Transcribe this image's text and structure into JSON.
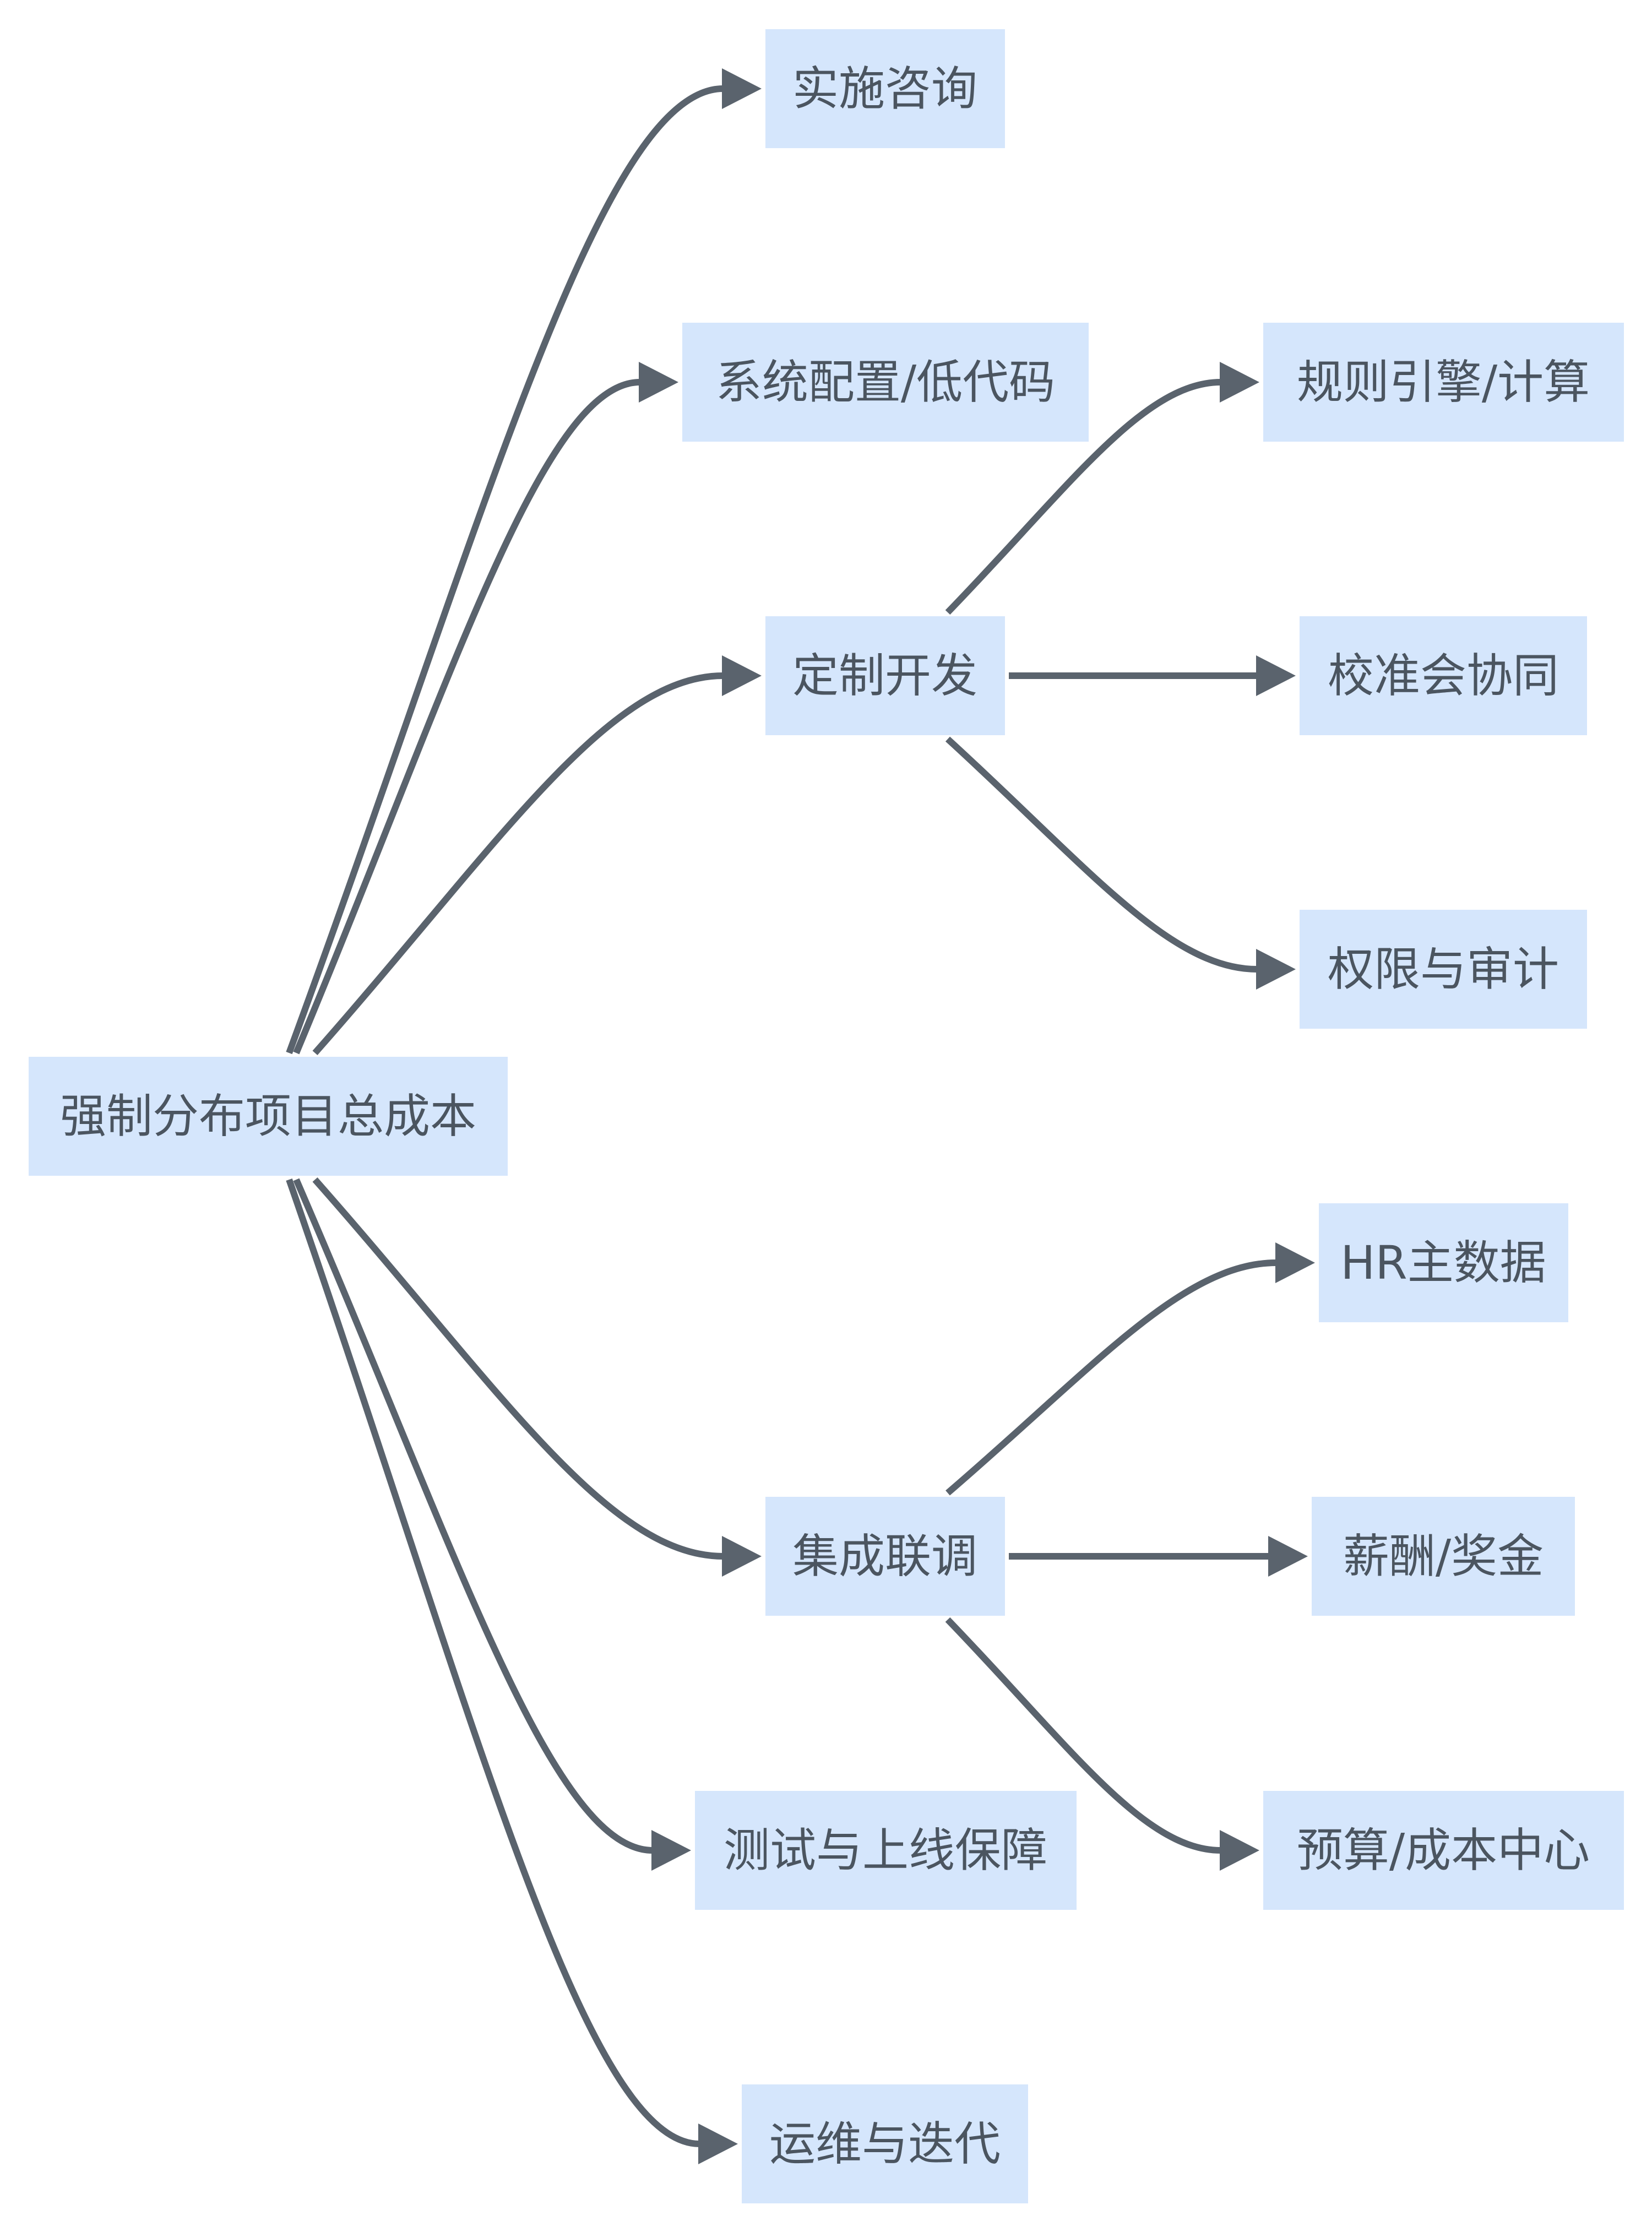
{
  "diagram": {
    "type": "mindmap-flow",
    "colors": {
      "node_fill": "#d5e6fc",
      "node_text": "#4b5560",
      "edge": "#5a636d",
      "background": "#ffffff"
    },
    "root": {
      "id": "root",
      "label": "强制分布项目总成本"
    },
    "nodes": [
      {
        "id": "consulting",
        "label": "实施咨询",
        "parent": "root"
      },
      {
        "id": "config",
        "label": "系统配置/低代码",
        "parent": "root"
      },
      {
        "id": "custom_dev",
        "label": "定制开发",
        "parent": "root"
      },
      {
        "id": "rules_engine",
        "label": "规则引擎/计算",
        "parent": "custom_dev"
      },
      {
        "id": "calibration",
        "label": "校准会协同",
        "parent": "custom_dev"
      },
      {
        "id": "permissions",
        "label": "权限与审计",
        "parent": "custom_dev"
      },
      {
        "id": "integration",
        "label": "集成联调",
        "parent": "root"
      },
      {
        "id": "hr_master",
        "label": "HR主数据",
        "parent": "integration"
      },
      {
        "id": "payroll",
        "label": "薪酬/奖金",
        "parent": "integration"
      },
      {
        "id": "budget",
        "label": "预算/成本中心",
        "parent": "integration"
      },
      {
        "id": "testing",
        "label": "测试与上线保障",
        "parent": "root"
      },
      {
        "id": "ops",
        "label": "运维与迭代",
        "parent": "root"
      }
    ]
  }
}
